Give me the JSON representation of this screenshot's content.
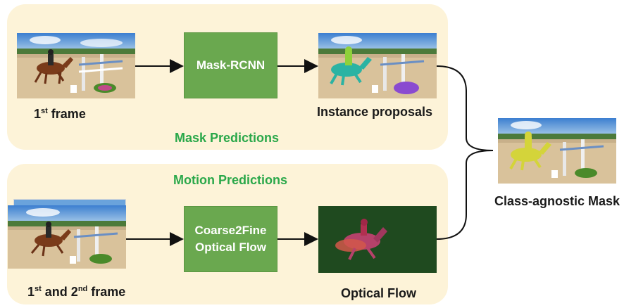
{
  "mask_section": {
    "title": "Mask Predictions",
    "input_label": {
      "base": "1",
      "sup": "st",
      "rest": " frame"
    },
    "model_label": "Mask-RCNN",
    "output_label": "Instance proposals"
  },
  "motion_section": {
    "title": "Motion Predictions",
    "input_label": {
      "base1": "1",
      "sup1": "st",
      "mid": " and 2",
      "sup2": "nd",
      "rest": " frame"
    },
    "model_label_line1": "Coarse2Fine",
    "model_label_line2": "Optical Flow",
    "output_label": "Optical Flow"
  },
  "result_label": "Class-agnostic Mask",
  "colors": {
    "panel": "#fdf3d8",
    "green_box": "#6aa84f",
    "section_title": "#2aa84a",
    "flow_background": "#1f4a1f"
  }
}
